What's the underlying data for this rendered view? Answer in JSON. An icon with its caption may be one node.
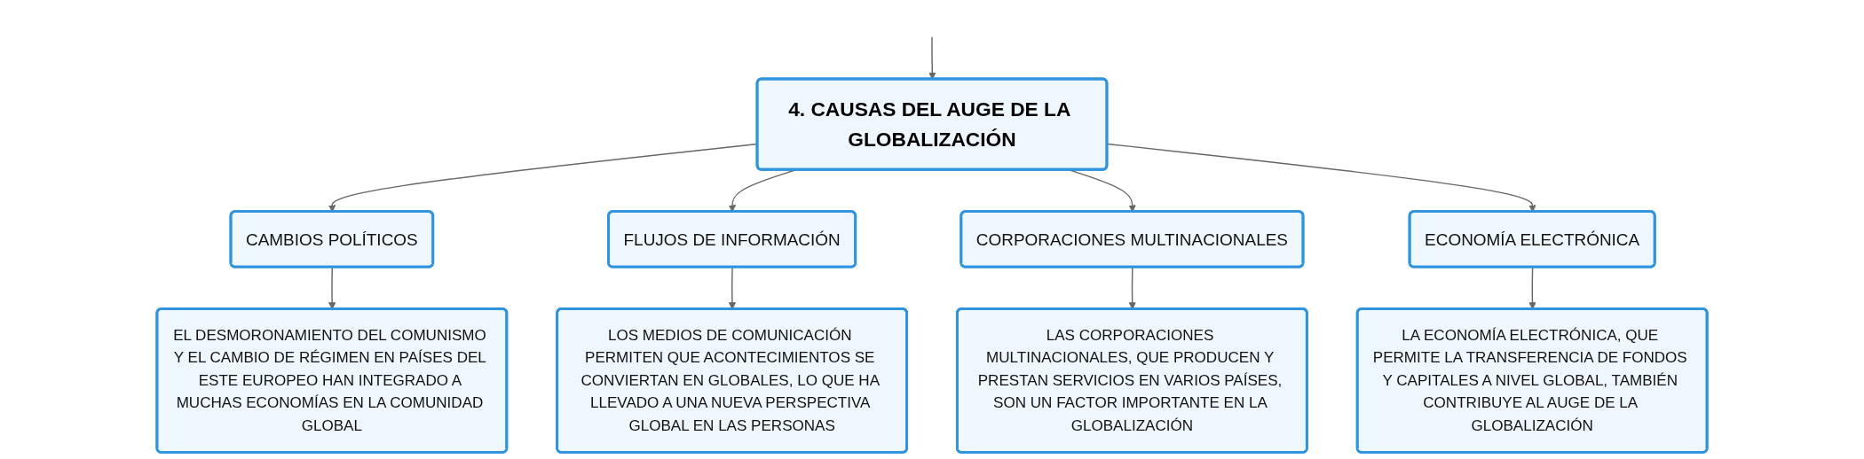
{
  "diagram": {
    "nodes": [
      {
        "text": [
          "4. CAUSAS DEL AUGE DE LA GLOBALIZACIÓN"
        ]
      },
      {
        "text": [
          "CAMBIOS POLÍTICOS"
        ]
      },
      {
        "text": [
          "FLUJOS DE INFORMACIÓN"
        ]
      },
      {
        "text": [
          "CORPORACIONES MULTINACIONALES"
        ]
      },
      {
        "text": [
          "ECONOMÍA ELECTRÓNICA"
        ]
      },
      {
        "text": [
          "EL DESMORONAMIENTO DEL COMUNISMO Y EL CAMBIO DE RÉGIMEN EN PAÍSES DEL ESTE EUROPEO HAN INTEGRADO A MUCHAS ECONOMÍAS EN LA COMUNIDAD GLOBAL"
        ]
      },
      {
        "text": [
          "LOS MEDIOS DE COMUNICACIÓN PERMITEN QUE ACONTECIMIENTOS SE CONVIERTAN EN GLOBALES, LO QUE HA LLEVADO A UNA NUEVA PERSPECTIVA GLOBAL EN LAS PERSONAS"
        ]
      },
      {
        "text": [
          "LAS CORPORACIONES MULTINACIONALES, QUE PRODUCEN Y PRESTAN SERVICIOS EN VARIOS PAÍSES, SON UN FACTOR IMPORTANTE EN LA GLOBALIZACIÓN"
        ]
      },
      {
        "text": [
          "LA ECONOMÍA ELECTRÓNICA, QUE PERMITE LA TRANSFERENCIA DE FONDOS Y CAPITALES A NIVEL GLOBAL, TAMBIÉN CONTRIBUYE AL AUGE DE LA GLOBALIZACIÓN"
        ]
      }
    ],
    "edges": [
      {
        "from": null,
        "to": 0,
        "arrow": "to"
      },
      {
        "from": 0,
        "to": 1,
        "arrow": "to"
      },
      {
        "from": 0,
        "to": 2,
        "arrow": "to"
      },
      {
        "from": 0,
        "to": 3,
        "arrow": "to"
      },
      {
        "from": 0,
        "to": 4,
        "arrow": "to"
      },
      {
        "from": 1,
        "to": 5,
        "arrow": "to"
      },
      {
        "from": 2,
        "to": 6,
        "arrow": "to"
      },
      {
        "from": 3,
        "to": 7,
        "arrow": "to"
      },
      {
        "from": 4,
        "to": 8,
        "arrow": "to"
      }
    ]
  }
}
